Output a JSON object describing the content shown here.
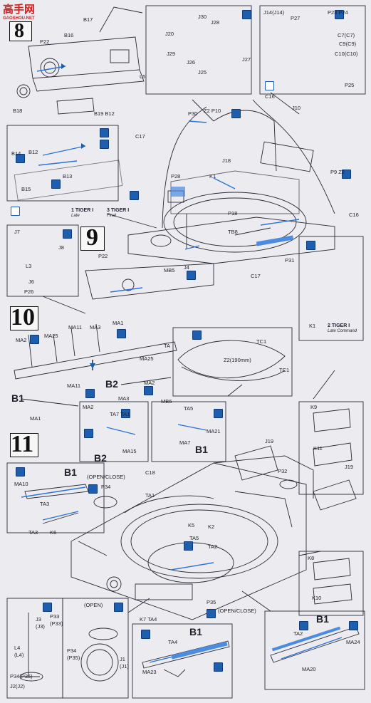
{
  "watermark": {
    "text": "高手网",
    "sub": "GAOSHOU.NET"
  },
  "steps": {
    "s8": "8",
    "s9": "9",
    "s10": "10",
    "s11": "11"
  },
  "variants": {
    "v1": "TIGER I",
    "v1_note": "Late",
    "v1_num": "1",
    "v3": "TIGER I",
    "v3_note": "Final",
    "v3_num": "3",
    "v2": "TIGER I",
    "v2_note": "Late Command",
    "v2_num": "2"
  },
  "labels": {
    "B17": "B17",
    "B16": "B16",
    "P22a": "P22",
    "L5": "L5",
    "B18": "B18",
    "B19B12": "B19 B12",
    "B14": "B14",
    "B12": "B12",
    "B13": "B13",
    "B15": "B15",
    "J30": "J30",
    "J28": "J28",
    "J20": "J20",
    "J29": "J29",
    "J26": "J26",
    "J25": "J25",
    "J27": "J27",
    "J14": "J14(J14)",
    "P27": "P27",
    "P23P24": "P23 P24",
    "C7": "C7(C7)",
    "C9": "C9(C9)",
    "C10": "C10(C10)",
    "P25": "P25",
    "P30": "P30",
    "Z2P10": "Z2 P10",
    "C17a": "C17",
    "C16a": "C16",
    "J10": "J10",
    "J18": "J18",
    "K1a": "K1",
    "P9Z2": "P9 Z2",
    "P28": "P28",
    "P18": "P18",
    "TB8": "TB8",
    "C16b": "C16",
    "J7": "J7",
    "J8": "J8",
    "L3": "L3",
    "J6": "J6",
    "P26": "P26",
    "P22b": "P22",
    "MB5": "MB5",
    "J4": "J4",
    "C17b": "C17",
    "P31": "P31",
    "K1b": "K1",
    "MA2a": "MA2",
    "MA25a": "MA25",
    "MA11a": "MA11",
    "MA3a": "MA3",
    "MA1a": "MA1",
    "TA": "TA",
    "MA25b": "MA25",
    "TC1a": "TC1",
    "Z2len": "Z2(190mm)",
    "TC1b": "TC1",
    "B1a": "B1",
    "MA11b": "MA11",
    "MA2b": "MA2",
    "MA1b": "MA1",
    "B2a": "B2",
    "MA3b": "MA3",
    "MA2c": "MA2",
    "TA7TA1": "TA7 TA1",
    "B2b": "B2",
    "MA15": "MA15",
    "MB6": "MB6",
    "TA5a": "TA5",
    "MA21": "MA21",
    "MA7": "MA7",
    "B1b": "B1",
    "K9": "K9",
    "K11": "K11",
    "J19a": "J19",
    "J19b": "J19",
    "P32": "P32",
    "B1c": "B1",
    "MA10": "MA10",
    "TA3a": "TA3",
    "openclose1": "(OPEN/CLOSE)",
    "P34a": "P34",
    "C18": "C18",
    "TA1": "TA1",
    "TA3b": "TA3",
    "K6": "K6",
    "K5": "K5",
    "K2": "K2",
    "TA5b": "TA5",
    "TA2a": "TA2",
    "K8": "K8",
    "K10": "K10",
    "J3": "J3",
    "J3b": "(J3)",
    "P33": "P33",
    "P33b": "(P33)",
    "L4": "L4",
    "L4b": "(L4)",
    "open": "(OPEN)",
    "P34b": "P34",
    "P35b": "(P35)",
    "J1": "J1",
    "J1b": "(J1)",
    "P34P35": "P34(P35)",
    "J2": "J2(J2)",
    "K7TA4": "K7  TA4",
    "P35": "P35",
    "openclose2": "(OPEN/CLOSE)",
    "B1d": "B1",
    "TA4": "TA4",
    "MA23": "MA23",
    "B1e": "B1",
    "TA2b": "TA2",
    "MA24": "MA24",
    "MA20": "MA20"
  }
}
